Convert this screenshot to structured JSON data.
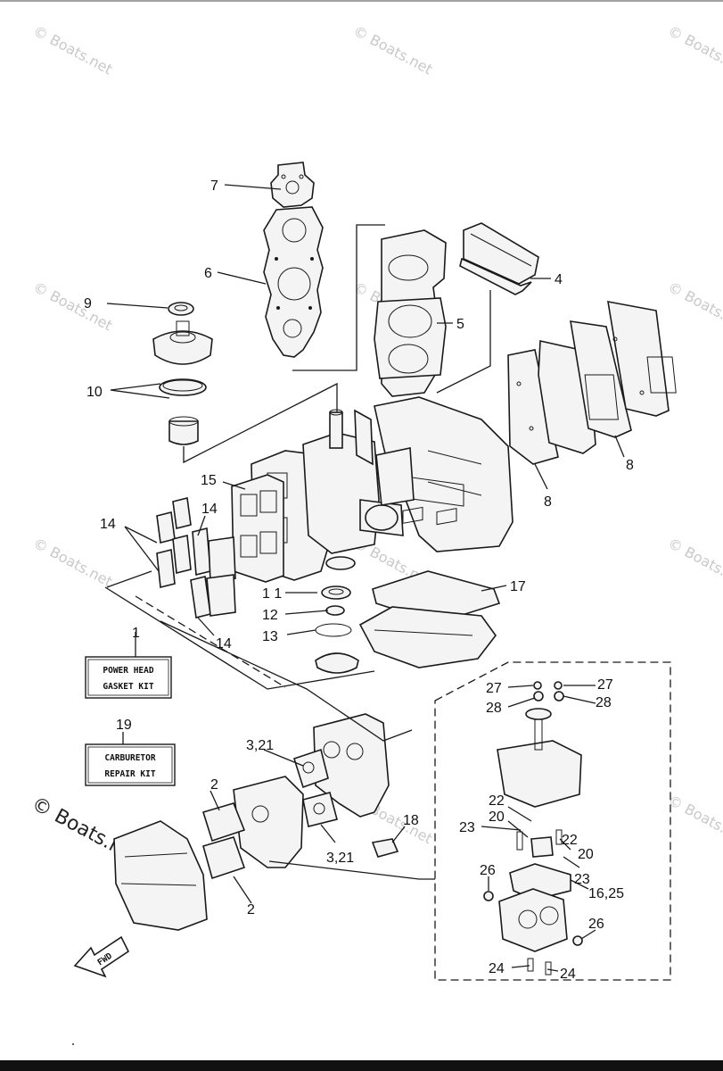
{
  "watermarks": {
    "small": "© Boats.net",
    "large": "© Boats.net"
  },
  "callouts": {
    "c1": "1",
    "c2a": "2",
    "c2b": "2",
    "c3_21a": "3,21",
    "c3_21b": "3,21",
    "c4": "4",
    "c5": "5",
    "c6": "6",
    "c7": "7",
    "c8a": "8",
    "c8b": "8",
    "c9": "9",
    "c10": "10",
    "c11": "1 1",
    "c12": "12",
    "c13": "13",
    "c14a": "14",
    "c14b": "14",
    "c14c": "14",
    "c15": "15",
    "c16_25": "16,25",
    "c17": "17",
    "c18": "18",
    "c19": "19",
    "c20a": "20",
    "c20b": "20",
    "c22a": "22",
    "c22b": "22",
    "c23a": "23",
    "c23b": "23",
    "c24a": "24",
    "c24b": "24",
    "c26a": "26",
    "c26b": "26",
    "c27a": "27",
    "c27b": "27",
    "c28a": "28",
    "c28b": "28"
  },
  "kits": {
    "power_head_line1": "POWER HEAD",
    "power_head_line2": "GASKET KIT",
    "carburetor_line1": "CARBURETOR",
    "carburetor_line2": "REPAIR KIT"
  },
  "fwd_label": "FWD"
}
